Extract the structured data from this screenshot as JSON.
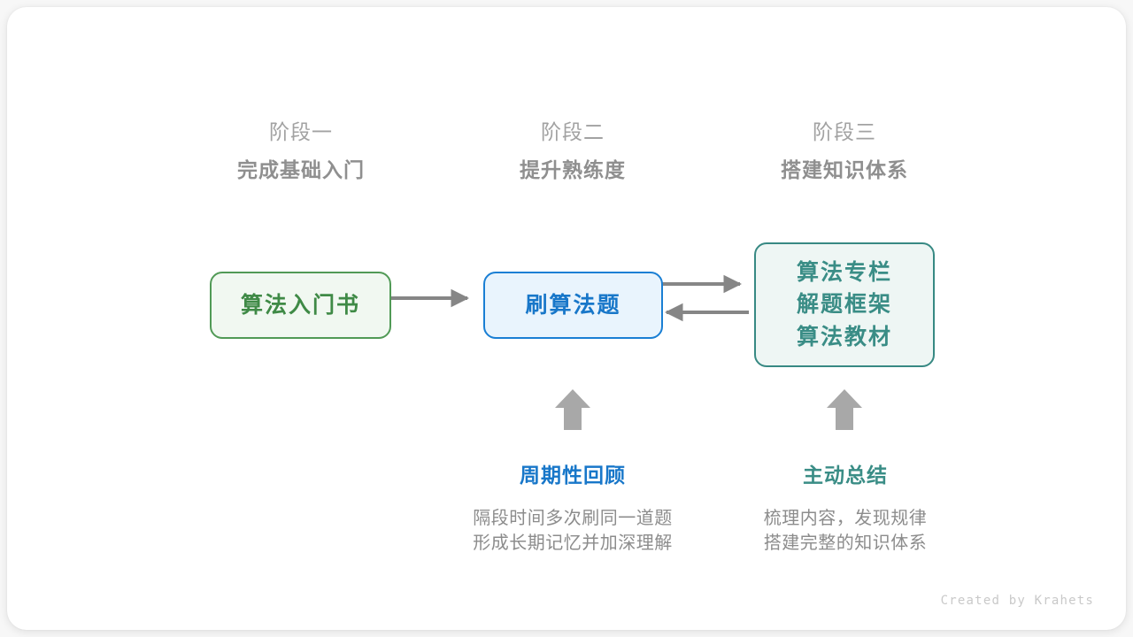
{
  "canvas": {
    "background": "#ffffff",
    "card_background": "#ffffff",
    "backdrop": "#f7f7f7"
  },
  "stages": [
    {
      "name": "阶段一",
      "goal": "完成基础入门"
    },
    {
      "name": "阶段二",
      "goal": "提升熟练度"
    },
    {
      "name": "阶段三",
      "goal": "搭建知识体系"
    }
  ],
  "nodes": [
    {
      "id": "book",
      "lines": [
        "算法入门书"
      ],
      "border_color": "#519a56",
      "fill_color": "#f1f8f1",
      "text_color": "#3f8a46"
    },
    {
      "id": "practice",
      "lines": [
        "刷算法题"
      ],
      "border_color": "#1a7fd4",
      "fill_color": "#e9f4fd",
      "text_color": "#1877c9"
    },
    {
      "id": "resources",
      "lines": [
        "算法专栏",
        "解题框架",
        "算法教材"
      ],
      "border_color": "#378983",
      "fill_color": "#eef6f4",
      "text_color": "#3a8d86"
    }
  ],
  "connectors": {
    "color": "#868686",
    "edges": [
      {
        "from": "book",
        "to": "practice",
        "direction": "right"
      },
      {
        "from": "practice",
        "to": "resources",
        "direction": "right"
      },
      {
        "from": "resources",
        "to": "practice",
        "direction": "left"
      }
    ]
  },
  "up_arrows": {
    "color": "#a8a8a8",
    "count": 2
  },
  "notes": [
    {
      "id": "review",
      "title": "周期性回顾",
      "body": [
        "隔段时间多次刷同一道题",
        "形成长期记忆并加深理解"
      ],
      "title_color": "#1877c9"
    },
    {
      "id": "summary",
      "title": "主动总结",
      "body": [
        "梳理内容，发现规律",
        "搭建完整的知识体系"
      ],
      "title_color": "#3a8d86"
    }
  ],
  "credit": "Created by Krahets"
}
